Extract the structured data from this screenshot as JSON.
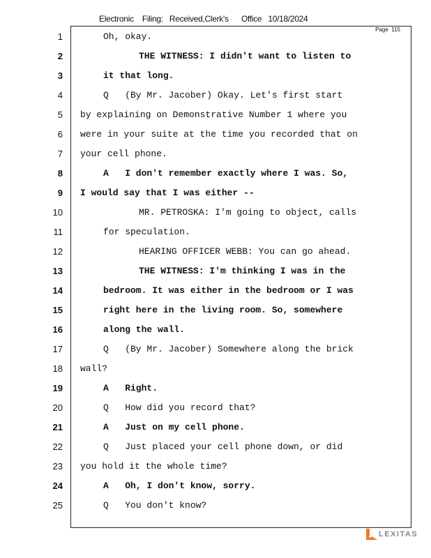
{
  "header": "Electronic    Filing:   Received,Clerk's      Office   10/18/2024",
  "page_label": "Page  115",
  "logo_text": "LEXITAS",
  "lines": [
    {
      "n": "1",
      "t": "Oh, okay.",
      "indent": 1,
      "bold": false
    },
    {
      "n": "2",
      "t": "THE WITNESS: I didn't want to listen to",
      "indent": 2,
      "bold": true
    },
    {
      "n": "3",
      "t": "it that long.",
      "indent": 1,
      "bold": true
    },
    {
      "n": "4",
      "t": "Q   (By Mr. Jacober) Okay. Let's first start",
      "indent": 1,
      "bold": false
    },
    {
      "n": "5",
      "t": "by explaining on Demonstrative Number 1 where you",
      "indent": 0,
      "bold": false
    },
    {
      "n": "6",
      "t": "were in your suite at the time you recorded that on",
      "indent": 0,
      "bold": false
    },
    {
      "n": "7",
      "t": "your cell phone.",
      "indent": 0,
      "bold": false
    },
    {
      "n": "8",
      "t": "A   I don't remember exactly where I was. So,",
      "indent": 1,
      "bold": true
    },
    {
      "n": "9",
      "t": "I would say that I was either --",
      "indent": 0,
      "bold": true
    },
    {
      "n": "10",
      "t": "MR. PETROSKA: I'm going to object, calls",
      "indent": 2,
      "bold": false
    },
    {
      "n": "11",
      "t": "for speculation.",
      "indent": 1,
      "bold": false
    },
    {
      "n": "12",
      "t": "HEARING OFFICER WEBB: You can go ahead.",
      "indent": 2,
      "bold": false
    },
    {
      "n": "13",
      "t": "THE WITNESS: I'm thinking I was in the",
      "indent": 2,
      "bold": true
    },
    {
      "n": "14",
      "t": "bedroom. It was either in the bedroom or I was",
      "indent": 1,
      "bold": true
    },
    {
      "n": "15",
      "t": "right here in the living room. So, somewhere",
      "indent": 1,
      "bold": true
    },
    {
      "n": "16",
      "t": "along the wall.",
      "indent": 1,
      "bold": true
    },
    {
      "n": "17",
      "t": "Q   (By Mr. Jacober) Somewhere along the brick",
      "indent": 1,
      "bold": false
    },
    {
      "n": "18",
      "t": "wall?",
      "indent": 0,
      "bold": false
    },
    {
      "n": "19",
      "t": "A   Right.",
      "indent": 1,
      "bold": true
    },
    {
      "n": "20",
      "t": "Q   How did you record that?",
      "indent": 1,
      "bold": false
    },
    {
      "n": "21",
      "t": "A   Just on my cell phone.",
      "indent": 1,
      "bold": true
    },
    {
      "n": "22",
      "t": "Q   Just placed your cell phone down, or did",
      "indent": 1,
      "bold": false
    },
    {
      "n": "23",
      "t": "you hold it the whole time?",
      "indent": 0,
      "bold": false
    },
    {
      "n": "24",
      "t": "A   Oh, I don't know, sorry.",
      "indent": 1,
      "bold": true
    },
    {
      "n": "25",
      "t": "Q   You don't know?",
      "indent": 1,
      "bold": false
    }
  ]
}
